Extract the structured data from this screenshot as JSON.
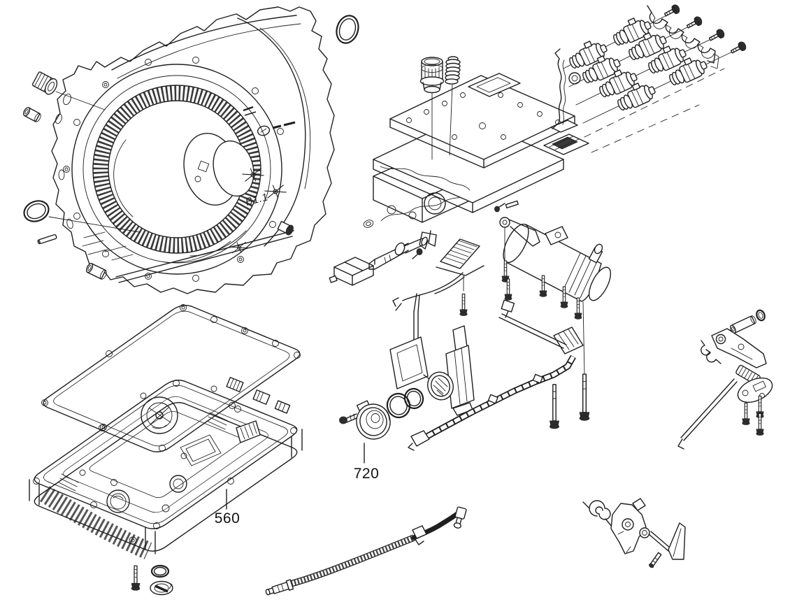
{
  "canvas": {
    "background": "#ffffff",
    "line_color": "#1f1f1f"
  },
  "diagram": {
    "type": "exploded-parts-diagram",
    "subject": "Automatic transmission: housing, mechatronic valve body with solenoids, oil pan with gasket, wiring harness, park-lock components",
    "housing_marking": "B1.1",
    "callouts": [
      {
        "label": "560",
        "points_to": "oil-pan"
      },
      {
        "label": "720",
        "points_to": "round-electrical-connector"
      }
    ]
  }
}
